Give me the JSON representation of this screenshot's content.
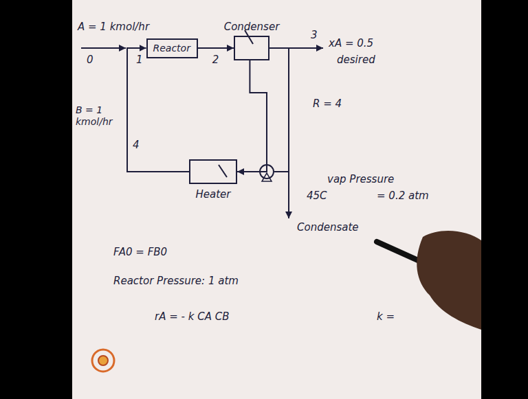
{
  "diagram": {
    "nodes": [
      {
        "text": [
          "Reactor"
        ]
      },
      {
        "text": [
          "Condenser"
        ]
      },
      {
        "text": [
          "Heater"
        ]
      }
    ],
    "edges": [
      {
        "from": 0,
        "to": 1,
        "label": "2",
        "arrow": "to"
      },
      {
        "from": 1,
        "to": 2,
        "arrow": "to"
      },
      {
        "from": 2,
        "to": 0,
        "label": "4",
        "arrow": "to"
      }
    ],
    "labels": [
      "A = 1 kmol/hr",
      "0",
      "1",
      "3",
      "xA = 0.5",
      "desired",
      "B = 1 kmol/hr",
      "R = 4",
      "vap Pressure",
      "= 0.2 atm",
      "45C",
      "Condensate",
      "FA0 = FB0",
      "Reactor Pressure: 1 atm",
      "rA = - k CA CB",
      "k ="
    ]
  }
}
